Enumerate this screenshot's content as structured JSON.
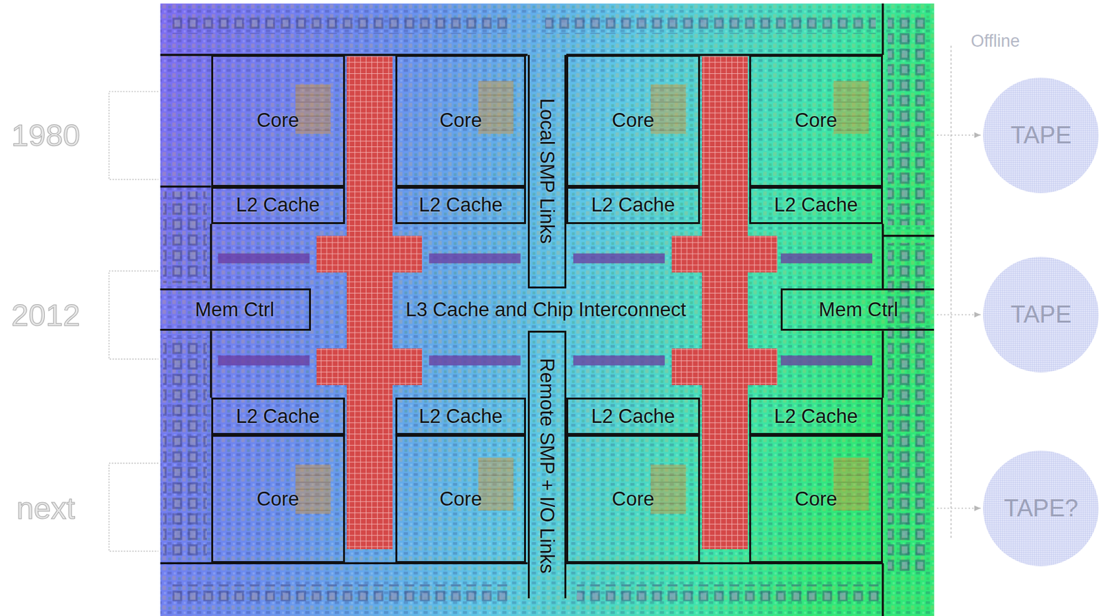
{
  "diagram": {
    "nodes": [
      {
        "text": [
          "Core"
        ]
      },
      {
        "text": [
          "Core"
        ]
      },
      {
        "text": [
          "Core"
        ]
      },
      {
        "text": [
          "Core"
        ]
      },
      {
        "text": [
          "Local SMP Links"
        ]
      },
      {
        "text": [
          "L2 Cache"
        ]
      },
      {
        "text": [
          "L2 Cache"
        ]
      },
      {
        "text": [
          "L2 Cache"
        ]
      },
      {
        "text": [
          "L2 Cache"
        ]
      },
      {
        "text": [
          "Mem Ctrl"
        ]
      },
      {
        "text": [
          "L3 Cache and Chip Interconnect"
        ]
      },
      {
        "text": [
          "Mem Ctrl"
        ]
      },
      {
        "text": [
          "L2 Cache"
        ]
      },
      {
        "text": [
          "L2 Cache"
        ]
      },
      {
        "text": [
          "L2 Cache"
        ]
      },
      {
        "text": [
          "L2 Cache"
        ]
      },
      {
        "text": [
          "Remote SMP + I/O Links"
        ]
      },
      {
        "text": [
          "Core"
        ]
      },
      {
        "text": [
          "Core"
        ]
      },
      {
        "text": [
          "Core"
        ]
      },
      {
        "text": [
          "Core"
        ]
      },
      {
        "text": [
          "TAPE"
        ]
      },
      {
        "text": [
          "TAPE"
        ]
      },
      {
        "text": [
          "TAPE?"
        ]
      }
    ],
    "labels": [
      "Offline",
      "1980",
      "2012",
      "next"
    ]
  }
}
